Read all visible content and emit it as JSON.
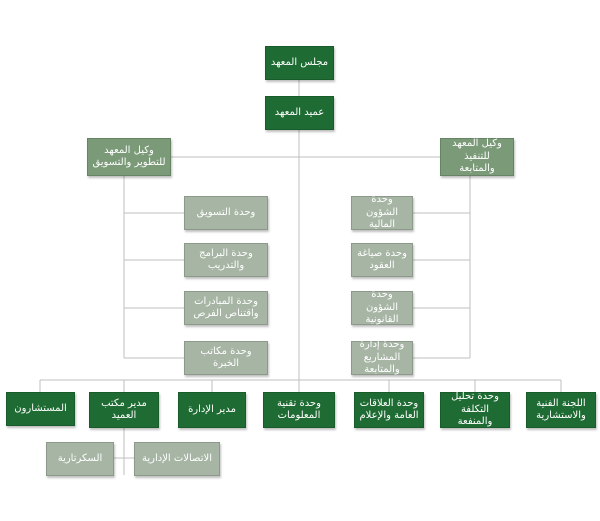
{
  "org_chart": {
    "council": "مجلس المعهد",
    "dean": "عميد المعهد",
    "vice_dev": "وكيل المعهد للتطوير والتسويق",
    "vice_exec": "وكيل المعهد للتنفيذ والمتابعة",
    "left_units": [
      "وحدة التسويق",
      "وحدة البرامج والتدريب",
      "وحدة المبادرات واقتناص الفرص",
      "وحدة مكاتب الخبرة"
    ],
    "right_units": [
      "وحدة الشؤون المالية",
      "وحدة صياغة العقود",
      "وحدة الشؤون القانونية",
      "وحدة إدارة المشاريع والمتابعة"
    ],
    "bottom_row": [
      "المستشارون",
      "مدير مكتب العميد",
      "مدير الإدارة",
      "وحدة تقنية المعلومات",
      "وحدة العلاقات العامة والإعلام",
      "وحدة تحليل التكلفة والمنفعة",
      "اللجنة الفنية والاستشارية"
    ],
    "sub_units": [
      "السكرتارية",
      "الاتصالات الإدارية"
    ],
    "colors": {
      "dark_green": "#1e6b33",
      "mid_green": "#7a9a78",
      "light_green": "#a6b5a4",
      "connector": "#bfbfbf"
    }
  }
}
